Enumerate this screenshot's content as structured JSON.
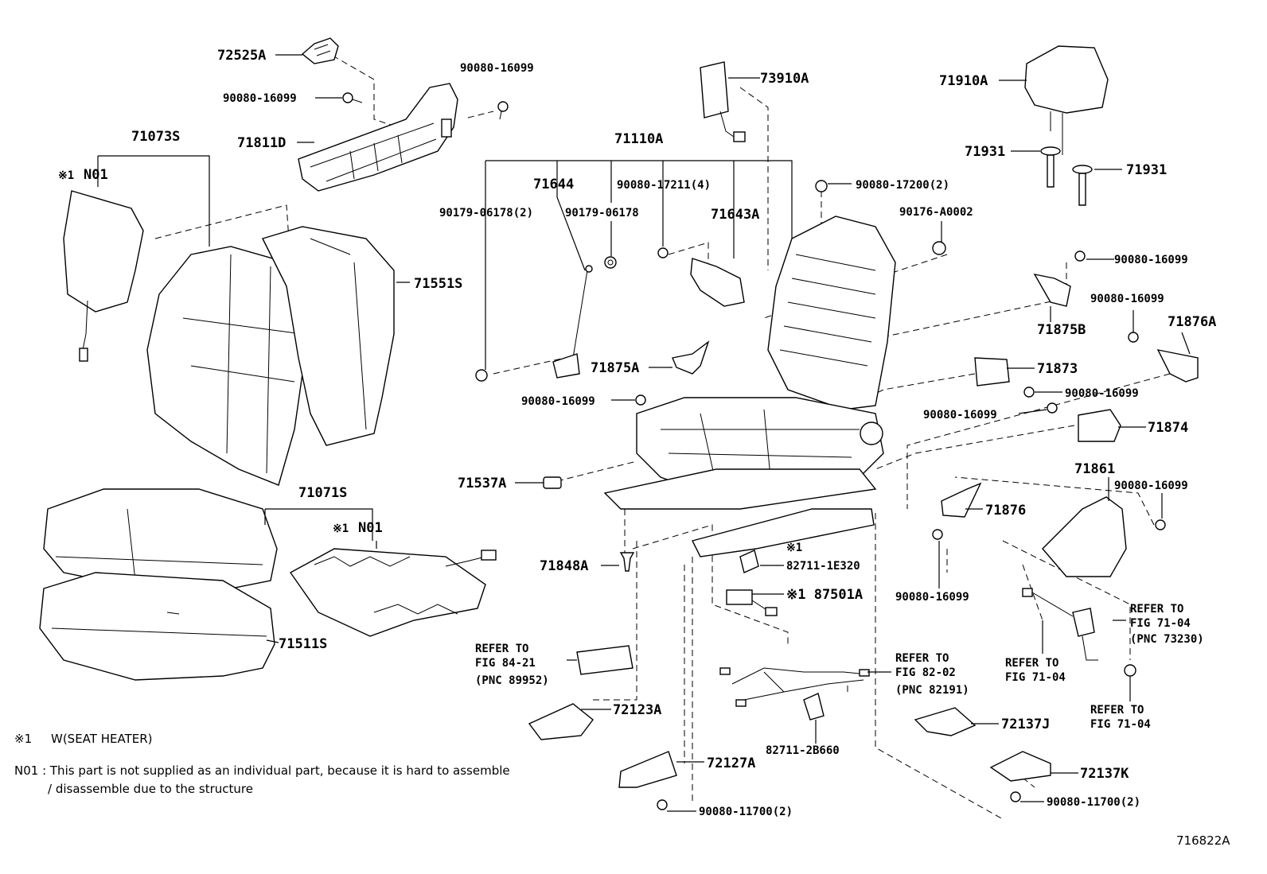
{
  "parts": {
    "p72525A": "72525A",
    "p90080_16099_a": "90080-16099",
    "p90080_16099_b": "90080-16099",
    "p71811D": "71811D",
    "p71073S": "71073S",
    "p_x1_n01_top_mark": "※1",
    "p_x1_n01_top_code": "N01",
    "p71551S": "71551S",
    "p71071S": "71071S",
    "p_x1_n01_bot_mark": "※1",
    "p_x1_n01_bot_code": "N01",
    "p71511S": "71511S",
    "p73910A": "73910A",
    "p71110A": "71110A",
    "p71644": "71644",
    "p90080_17211": "90080-17211(4)",
    "p90179_06178_2": "90179-06178(2)",
    "p90179_06178": "90179-06178",
    "p71643A": "71643A",
    "p90080_17200": "90080-17200(2)",
    "p90176_A0002": "90176-A0002",
    "p71910A": "71910A",
    "p71931_a": "71931",
    "p71931_b": "71931",
    "p90080_16099_c": "90080-16099",
    "p71875B": "71875B",
    "p90080_16099_d": "90080-16099",
    "p71876A": "71876A",
    "p71875A": "71875A",
    "p90080_16099_e": "90080-16099",
    "p71873": "71873",
    "p90080_16099_f": "90080-16099",
    "p90080_16099_g": "90080-16099",
    "p71874": "71874",
    "p71537A": "71537A",
    "p71861": "71861",
    "p90080_16099_h": "90080-16099",
    "p71876": "71876",
    "p82711_1E320_mark": "※1",
    "p82711_1E320": "82711-1E320",
    "p71848A": "71848A",
    "p87501A": "※1 87501A",
    "p90080_16099_i": "90080-16099",
    "p72123A": "72123A",
    "p82711_2B660": "82711-2B660",
    "p72137J": "72137J",
    "p72127A": "72127A",
    "p72137K": "72137K",
    "p90080_11700_a": "90080-11700(2)",
    "p90080_11700_b": "90080-11700(2)"
  },
  "refs": {
    "ref84_l1": "REFER TO",
    "ref84_l2": "FIG 84-21",
    "ref84_l3": "(PNC 89952)",
    "ref82_l1": "REFER TO",
    "ref82_l2": "FIG 82-02",
    "ref82_l3": "(PNC 82191)",
    "ref71a_l1": "REFER TO",
    "ref71a_l2": "FIG 71-04",
    "ref71a_l3": "(PNC 73230)",
    "ref71b_l1": "REFER TO",
    "ref71b_l2": "FIG 71-04",
    "ref71c_l1": "REFER TO",
    "ref71c_l2": "FIG 71-04"
  },
  "notes": {
    "x1_mark": "※1",
    "x1_text": "W(SEAT HEATER)",
    "n01_line1": "N01 : This part is not supplied as an individual part, because it is hard to assemble",
    "n01_line2": "/ disassemble due to the structure"
  },
  "figure_id": "716822A"
}
